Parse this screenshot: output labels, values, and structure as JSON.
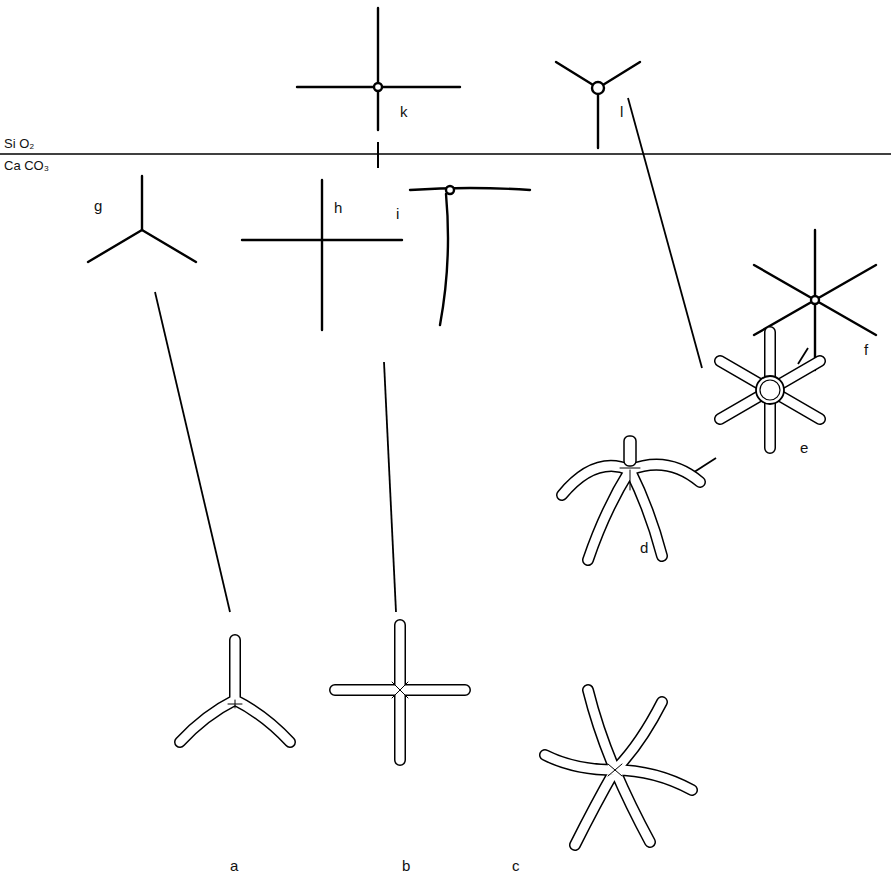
{
  "diagram": {
    "labels": [
      "Si O₂",
      "Ca CO₃",
      "k",
      "l",
      "g",
      "h",
      "i",
      "f",
      "e",
      "d",
      "a",
      "b",
      "c"
    ]
  }
}
